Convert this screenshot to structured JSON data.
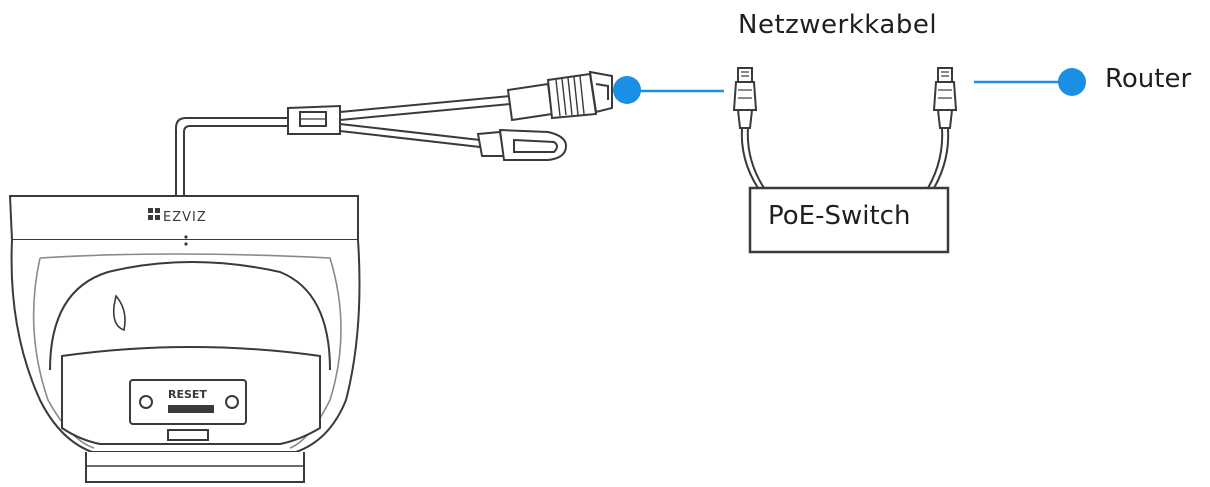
{
  "labels": {
    "cable": "Netzwerkkabel",
    "router": "Router",
    "switch": "PoE-Switch"
  },
  "device": {
    "brand": "EZVIZ",
    "reset_label": "RESET"
  },
  "colors": {
    "connection_dot": "#1a8fe3",
    "connection_line": "#1a8fe3",
    "line_art": "#3a3a3a",
    "line_art_light": "#8a8a8a"
  },
  "icons": {
    "camera": "dome-camera-icon",
    "rj45_plug": "rj45-plug-icon",
    "dc_plug": "dc-power-plug-icon",
    "switch": "network-switch-icon"
  }
}
